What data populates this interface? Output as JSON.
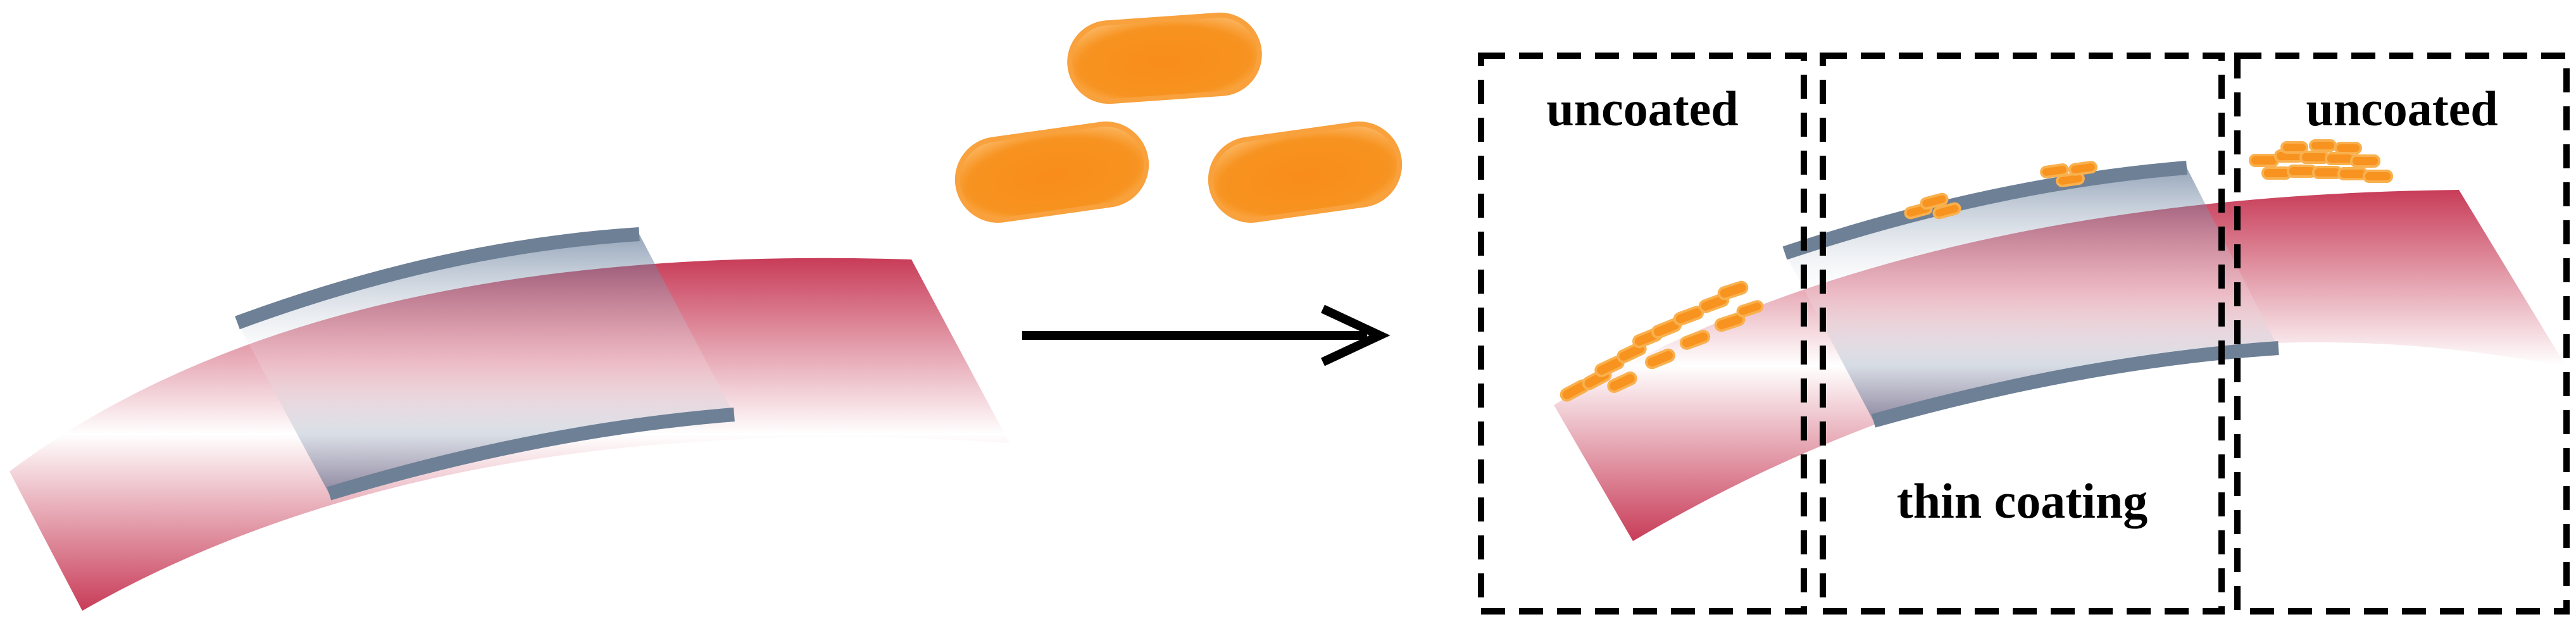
{
  "panels": {
    "left": {
      "label": "uncoated"
    },
    "middle": {
      "label": "thin coating"
    },
    "right": {
      "label": "uncoated"
    }
  },
  "colors": {
    "tube_outer": "#c83c58",
    "tube_inner": "#ffffff",
    "coating": "#8a9bb0",
    "bacteria": "#f7931e",
    "bacteria_edge": "#f39a2a",
    "box_stroke": "#000000",
    "arrow": "#000000"
  },
  "icons": [
    "bacteria-icon",
    "arrow-right-icon"
  ]
}
